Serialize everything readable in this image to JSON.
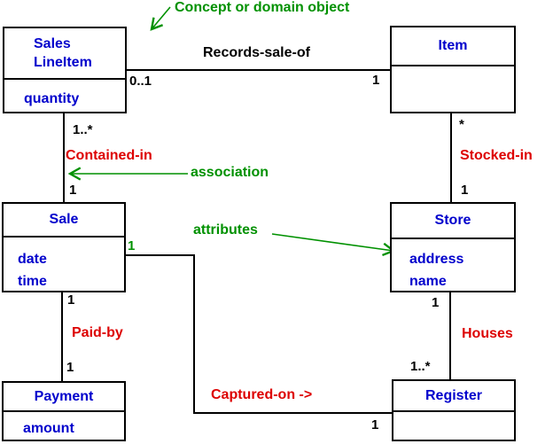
{
  "diagram": {
    "kind": "UML conceptual class diagram",
    "colors": {
      "class_text": "#0000cc",
      "association_label": "#dd0000",
      "annotation": "#009100",
      "line": "#000000",
      "multiplicity": "#000000",
      "background": "#ffffff"
    },
    "classes": [
      {
        "name": "Sales LineItem",
        "name_lines": [
          "Sales",
          "LineItem"
        ],
        "attributes": [
          "quantity"
        ]
      },
      {
        "name": "Item",
        "name_lines": [
          "Item"
        ],
        "attributes": []
      },
      {
        "name": "Sale",
        "name_lines": [
          "Sale"
        ],
        "attributes": [
          "date",
          "time"
        ]
      },
      {
        "name": "Store",
        "name_lines": [
          "Store"
        ],
        "attributes": [
          "address",
          "name"
        ]
      },
      {
        "name": "Payment",
        "name_lines": [
          "Payment"
        ],
        "attributes": [
          "amount"
        ]
      },
      {
        "name": "Register",
        "name_lines": [
          "Register"
        ],
        "attributes": []
      }
    ],
    "associations": [
      {
        "name": "Records-sale-of",
        "name_color": "#000000",
        "from": "Sales LineItem",
        "from_mult": "0..1",
        "to": "Item",
        "to_mult": "1"
      },
      {
        "name": "Contained-in",
        "name_color": "#dd0000",
        "from": "Sales LineItem",
        "from_mult": "1..*",
        "to": "Sale",
        "to_mult": "1"
      },
      {
        "name": "Stocked-in",
        "name_color": "#dd0000",
        "from": "Item",
        "from_mult": "*",
        "to": "Store",
        "to_mult": "1"
      },
      {
        "name": "Paid-by",
        "name_color": "#dd0000",
        "from": "Sale",
        "from_mult": "1",
        "to": "Payment",
        "to_mult": "1"
      },
      {
        "name": "Houses",
        "name_color": "#dd0000",
        "from": "Store",
        "from_mult": "1",
        "to": "Register",
        "to_mult": "1..*"
      },
      {
        "name": "Captured-on ->",
        "name_color": "#dd0000",
        "from": "Sale",
        "from_mult": "1",
        "from_mult_color": "#009100",
        "to": "Register",
        "to_mult": "1"
      }
    ],
    "annotations": [
      {
        "text": "Concept or domain object",
        "points_to": "Sales LineItem class box"
      },
      {
        "text": "association",
        "points_to": "Contained-in association line"
      },
      {
        "text": "attributes",
        "points_to": "Store attributes compartment"
      }
    ]
  }
}
